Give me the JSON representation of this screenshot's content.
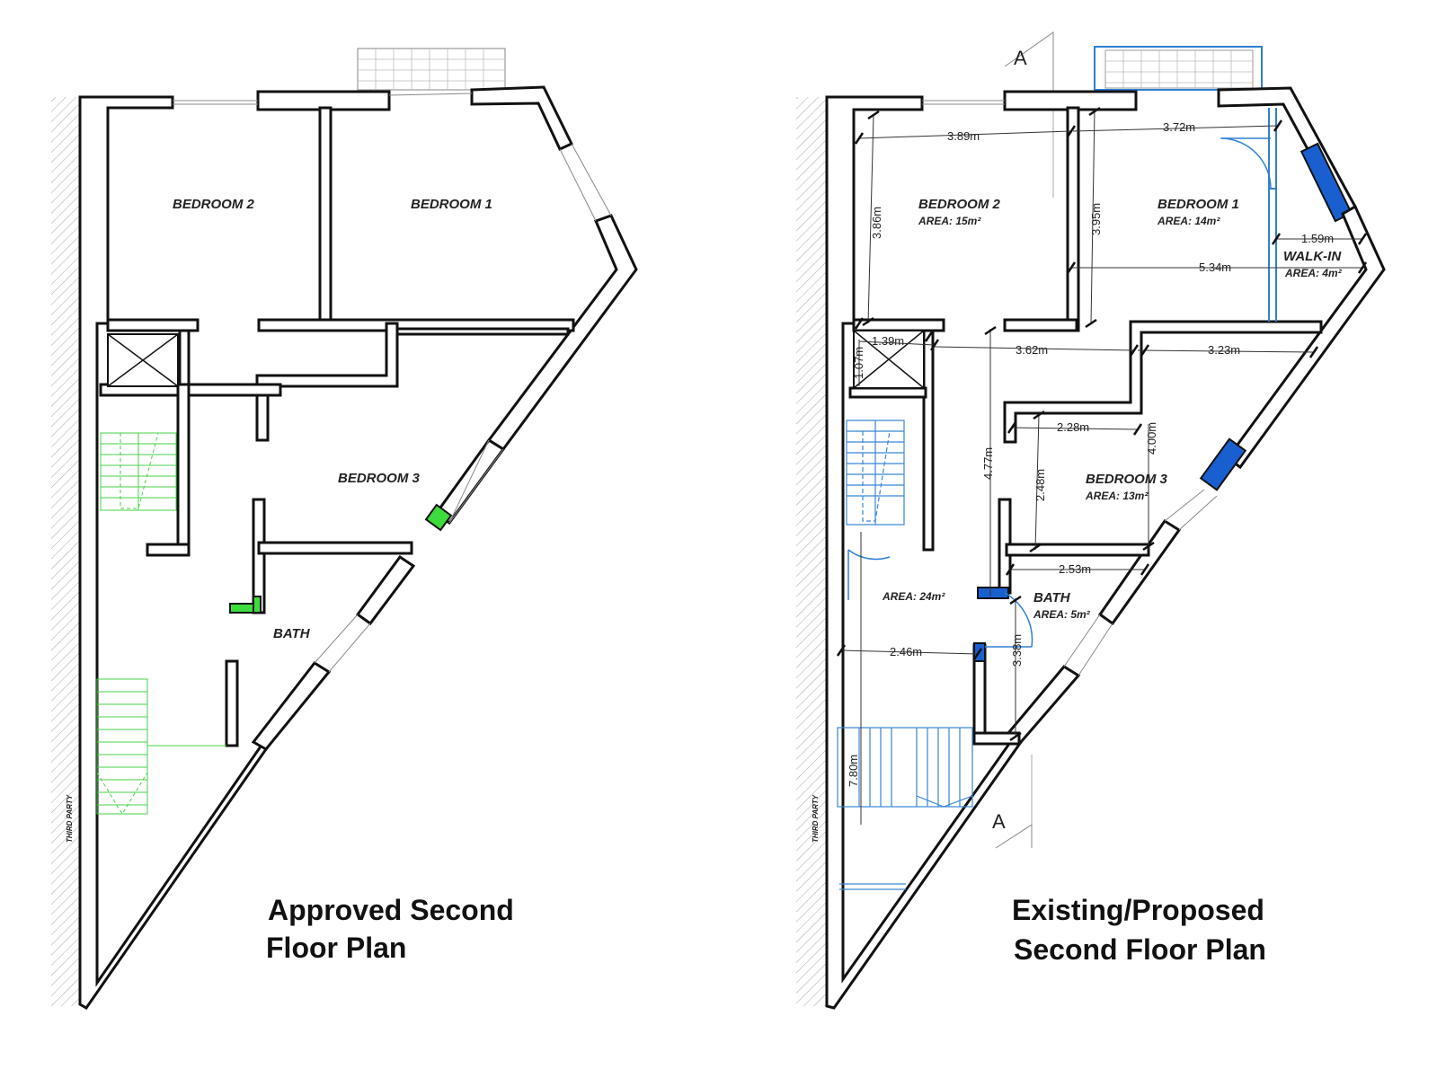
{
  "approved": {
    "rooms": {
      "bedroom2": "BEDROOM 2",
      "bedroom1": "BEDROOM 1",
      "bedroom3": "BEDROOM 3",
      "bath": "BATH"
    },
    "third_party": "THIRD PARTY",
    "caption_line1": "Approved Second",
    "caption_line2": "Floor Plan"
  },
  "proposed": {
    "rooms": {
      "bedroom2": {
        "name": "BEDROOM 2",
        "area": "AREA: 15m²"
      },
      "bedroom1": {
        "name": "BEDROOM 1",
        "area": "AREA: 14m²"
      },
      "walkin": {
        "name": "WALK-IN",
        "area": "AREA: 4m²"
      },
      "bedroom3": {
        "name": "BEDROOM 3",
        "area": "AREA: 13m²"
      },
      "bath": {
        "name": "BATH",
        "area": "AREA: 5m²"
      },
      "hall": {
        "area": "AREA: 24m²"
      }
    },
    "dimensions": {
      "d_389": "3.89m",
      "d_372": "3.72m",
      "d_386": "3.86m",
      "d_395": "3.95m",
      "d_159": "1.59m",
      "d_534": "5.34m",
      "d_139": "1.39m",
      "d_107": "1.07m",
      "d_362": "3.62m",
      "d_323": "3.23m",
      "d_228": "2.28m",
      "d_400": "4.00m",
      "d_477": "4.77m",
      "d_248": "2.48m",
      "d_253": "2.53m",
      "d_246": "2.46m",
      "d_338": "3.38m",
      "d_780": "7.80m"
    },
    "section_marks": {
      "top": "A",
      "bottom": "A"
    },
    "third_party": "THIRD PARTY",
    "caption_line1": "Existing/Proposed",
    "caption_line2": "Second Floor Plan"
  },
  "colors": {
    "approved_change": "#3ddc3d",
    "proposed_change": "#1a5fd0",
    "proposed_line": "#3a86d6"
  }
}
